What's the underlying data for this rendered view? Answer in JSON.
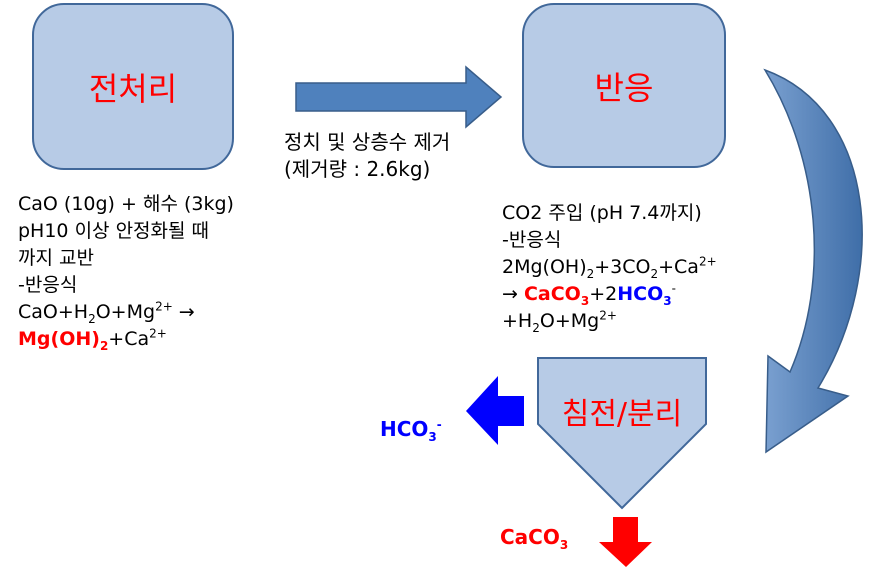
{
  "boxes": {
    "pretreatment": "전처리",
    "reaction": "반응",
    "separation": "침전/분리"
  },
  "transfer": {
    "line1": "정치 및 상층수 제거",
    "line2": "(제거량 : 2.6kg)"
  },
  "pretreatment_desc": {
    "line1": "CaO (10g) + 해수 (3kg)",
    "line2": "pH10 이상 안정화될 때",
    "line3": "까지 교반",
    "line4": "-반응식",
    "eq1_a": "CaO+H",
    "eq1_b": "2",
    "eq1_c": "O+Mg",
    "eq1_d": "2+",
    "eq1_e": " →",
    "eq2_a": "Mg(OH)",
    "eq2_b": "2",
    "eq2_c": "+Ca",
    "eq2_d": "2+"
  },
  "reaction_desc": {
    "line1": "CO2 주입 (pH 7.4까지)",
    "line2": "-반응식",
    "eq1_a": "2Mg(OH)",
    "eq1_b": "2",
    "eq1_c": "+3CO",
    "eq1_d": "2",
    "eq1_e": "+Ca",
    "eq1_f": "2+",
    "eq2_arrow": "→ ",
    "eq2_caco": "CaCO",
    "eq2_caco_sub": "3",
    "eq2_plus": "+2",
    "eq2_hco": "HCO",
    "eq2_hco_sub": "3",
    "eq2_hco_sup": "-",
    "eq3_a": "+H",
    "eq3_b": "2",
    "eq3_c": "O+Mg",
    "eq3_d": "2+"
  },
  "outputs": {
    "hco3": "HCO",
    "hco3_sub": "3",
    "hco3_sup": "-",
    "caco3": "CaCO",
    "caco3_sub": "3"
  },
  "colors": {
    "box_fill": "#b7cbe6",
    "box_border": "#41689a",
    "arrow_fill": "#4f81bd",
    "arrow_border": "#385d8a",
    "accent_red": "#ff0000",
    "accent_blue": "#0000ff"
  }
}
